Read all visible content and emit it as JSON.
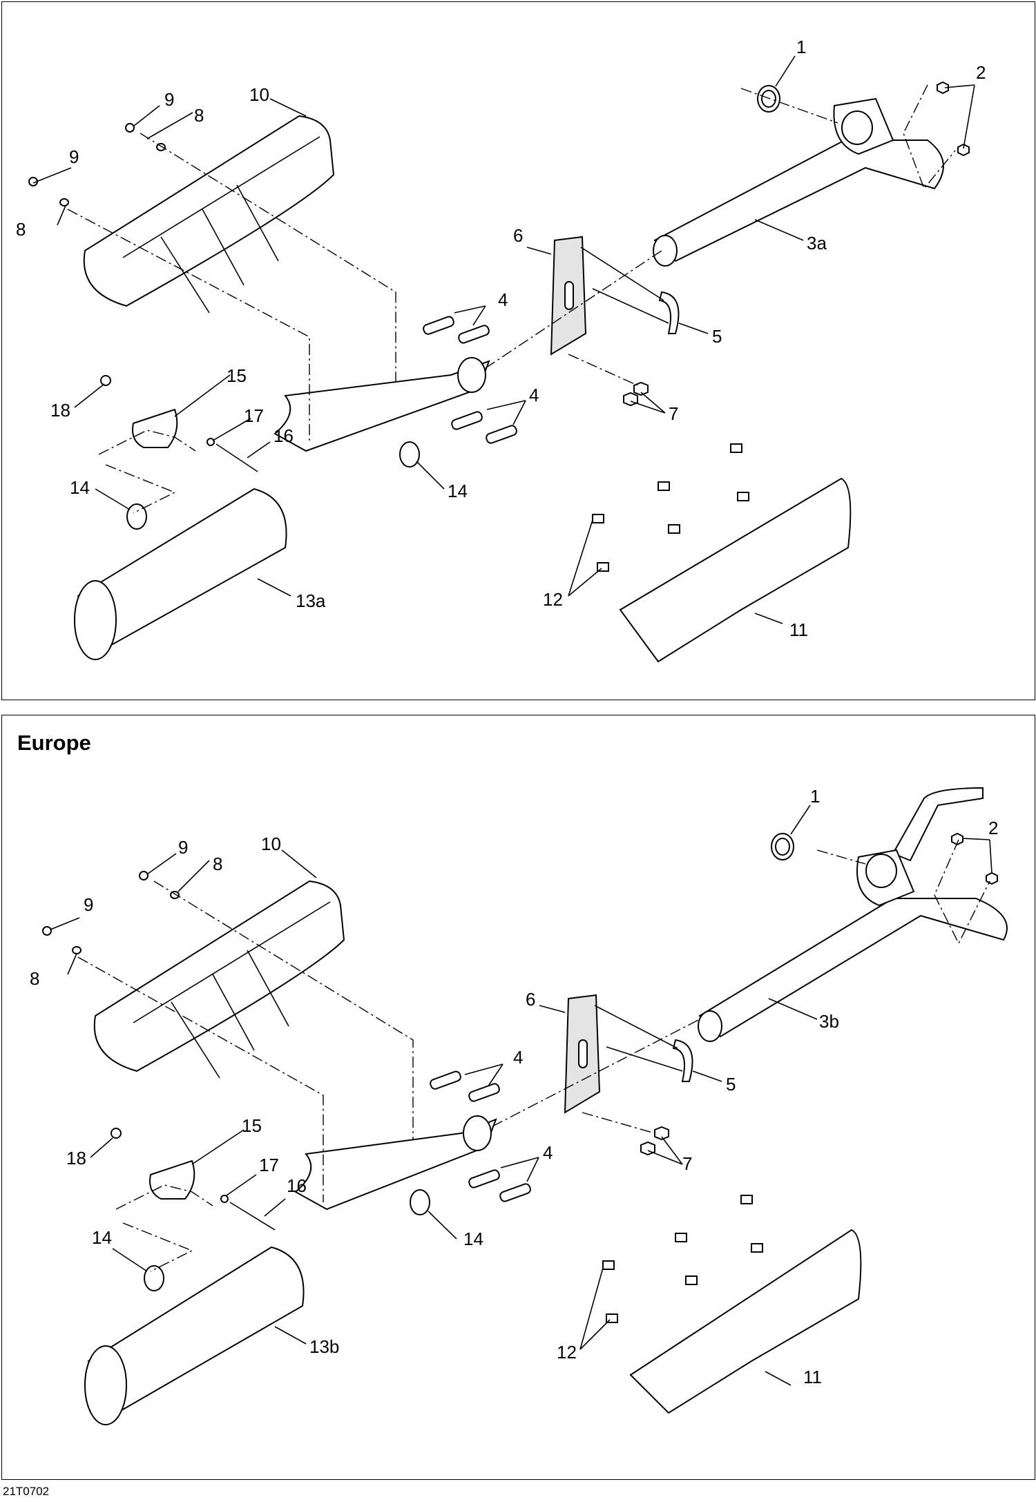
{
  "panels": [
    {
      "id": "standard",
      "title": "",
      "callouts": {
        "c1": "1",
        "c2": "2",
        "c3": "3a",
        "c4a": "4",
        "c4b": "4",
        "c5": "5",
        "c6": "6",
        "c7": "7",
        "c8a": "8",
        "c8b": "8",
        "c9a": "9",
        "c9b": "9",
        "c10": "10",
        "c11": "11",
        "c12": "12",
        "c13": "13a",
        "c14a": "14",
        "c14b": "14",
        "c15": "15",
        "c16": "16",
        "c17": "17",
        "c18": "18"
      }
    },
    {
      "id": "europe",
      "title": "Europe",
      "callouts": {
        "c1": "1",
        "c2": "2",
        "c3": "3b",
        "c4a": "4",
        "c4b": "4",
        "c5": "5",
        "c6": "6",
        "c7": "7",
        "c8a": "8",
        "c8b": "8",
        "c9a": "9",
        "c9b": "9",
        "c10": "10",
        "c11": "11",
        "c12": "12",
        "c13": "13b",
        "c14a": "14",
        "c14b": "14",
        "c15": "15",
        "c16": "16",
        "c17": "17",
        "c18": "18"
      }
    }
  ],
  "figure_id": "21T0702"
}
